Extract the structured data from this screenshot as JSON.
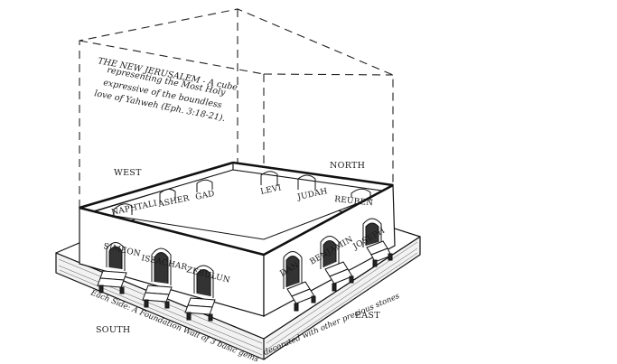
{
  "caption": {
    "line1": "THE NEW JERUSALEM - A cube",
    "line2": "representing the Most Holy",
    "line3": "expressive of the boundless",
    "line4": "love of Yahweh (Eph. 3:18-21)."
  },
  "directions": {
    "west": "WEST",
    "north": "NORTH",
    "south": "SOUTH",
    "east": "EAST"
  },
  "gates": {
    "naphtali": "NAPHTALI",
    "asher": "ASHER",
    "gad": "GAD",
    "levi": "LEVI",
    "judah": "JUDAH",
    "reuben": "REUBEN",
    "simeon": "SIMEON",
    "issachar": "ISSACHAR",
    "zebulun": "ZEBULUN",
    "dan": "DAN",
    "benjamin": "BENJAMIN",
    "joseph": "JOSEPH"
  },
  "foundation": {
    "line_a": "Each Side: A Foundation Wall of 3 basic gems",
    "line_b": "decorated with other precious stones"
  }
}
